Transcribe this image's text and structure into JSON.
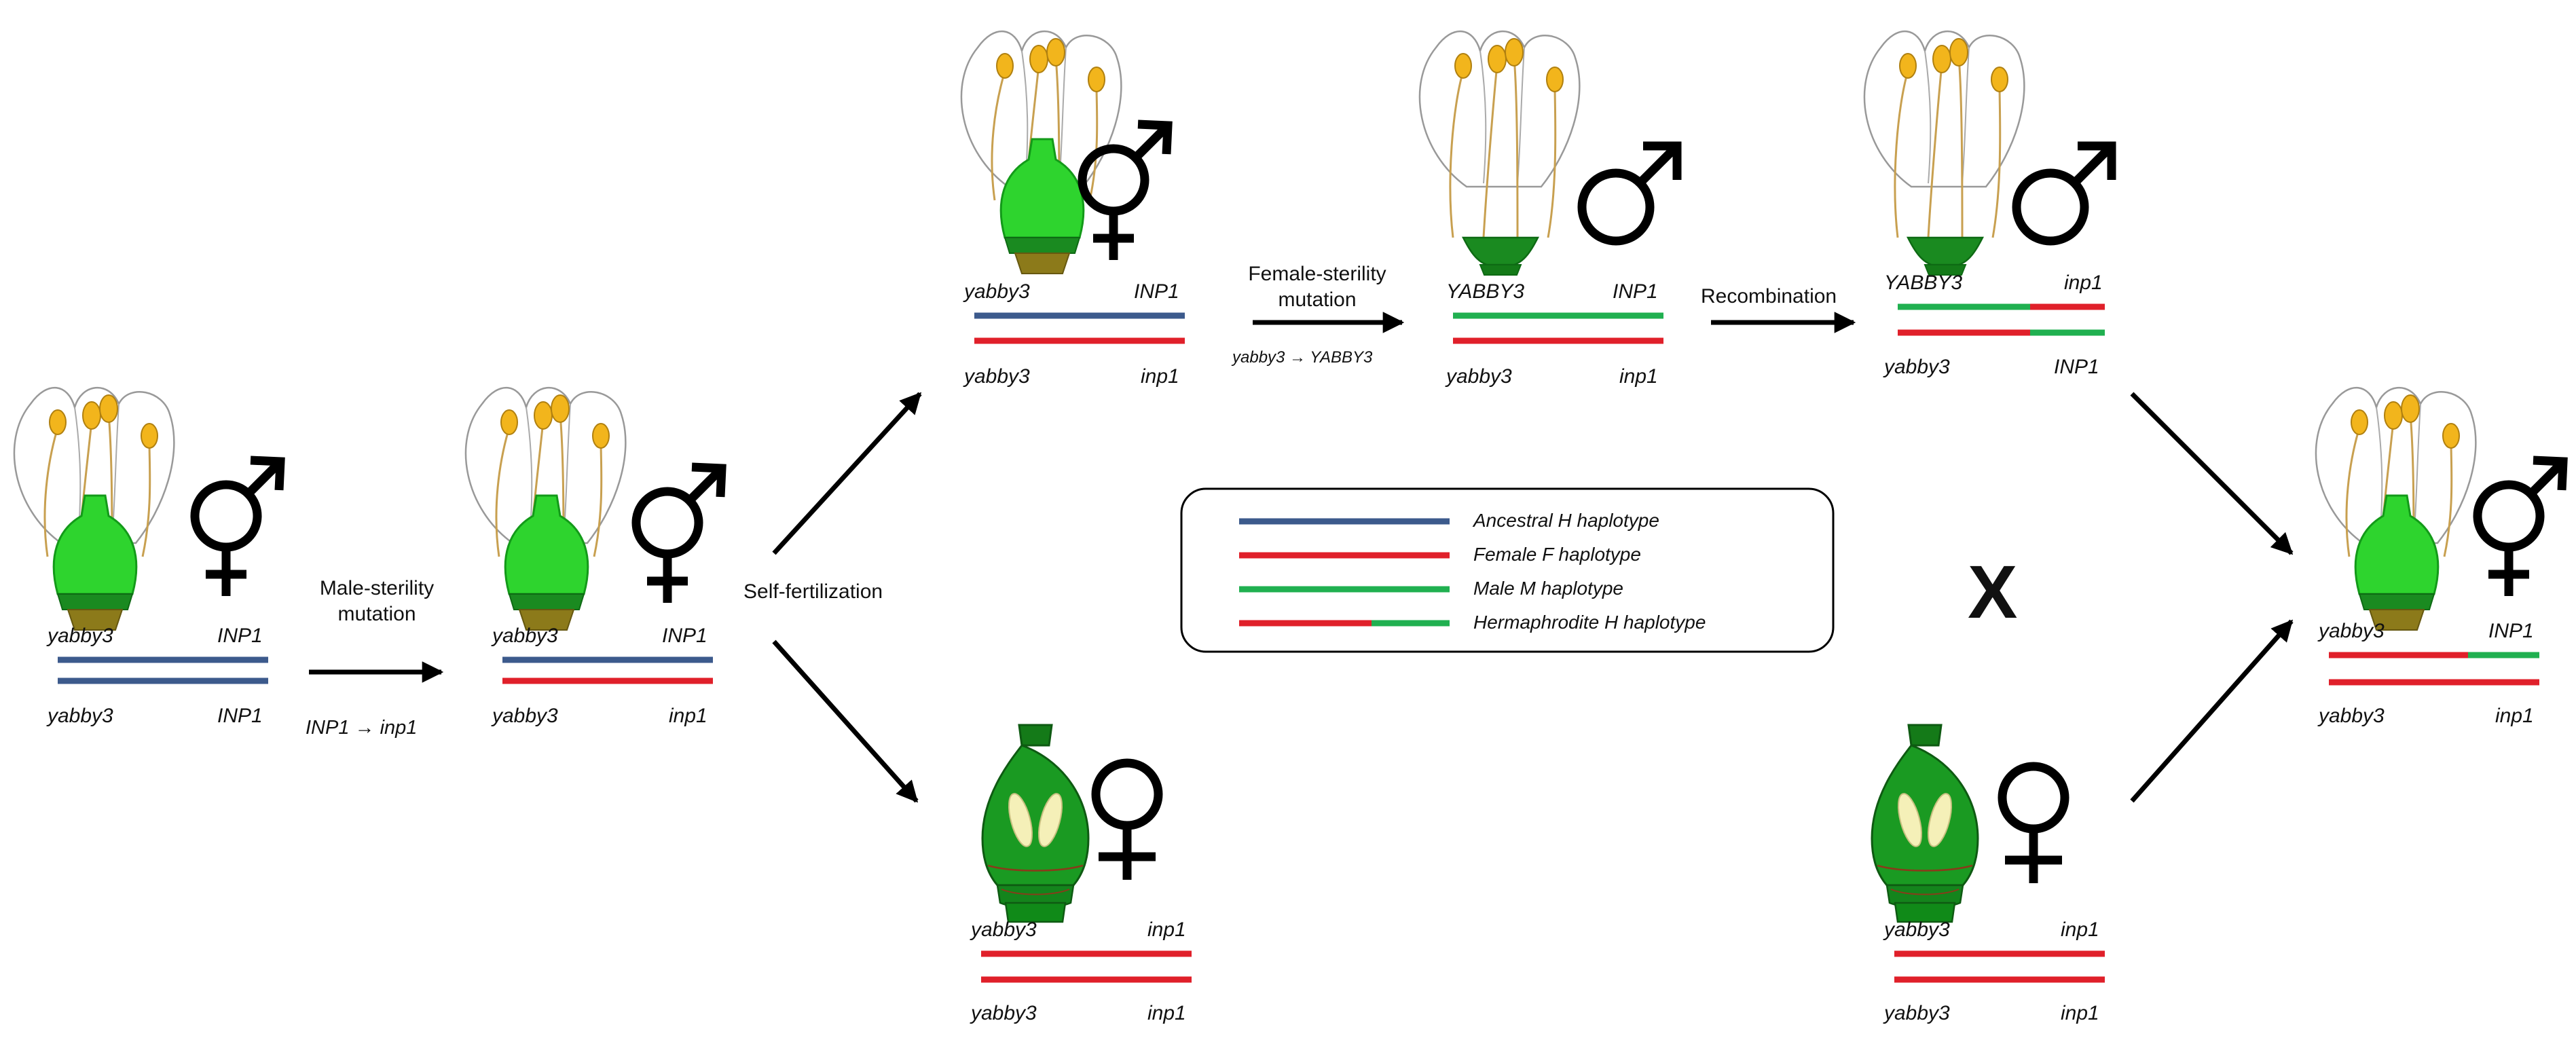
{
  "individuals": {
    "founder": {
      "sex_symbol": "⚥",
      "top": {
        "left": "yabby3",
        "right": "INP1"
      },
      "bottom": {
        "left": "yabby3",
        "right": "INP1"
      }
    },
    "heterozygote": {
      "sex_symbol": "⚥",
      "top": {
        "left": "yabby3",
        "right": "INP1"
      },
      "bottom": {
        "left": "yabby3",
        "right": "inp1"
      }
    },
    "herm_offspring": {
      "sex_symbol": "⚥",
      "top": {
        "left": "yabby3",
        "right": "INP1"
      },
      "bottom": {
        "left": "yabby3",
        "right": "inp1"
      }
    },
    "female_offspring": {
      "sex_symbol": "♀",
      "top": {
        "left": "yabby3",
        "right": "inp1"
      },
      "bottom": {
        "left": "yabby3",
        "right": "inp1"
      }
    },
    "male": {
      "sex_symbol": "♂",
      "top": {
        "left": "YABBY3",
        "right": "INP1"
      },
      "bottom": {
        "left": "yabby3",
        "right": "inp1"
      }
    },
    "recombinant_male": {
      "sex_symbol": "♂",
      "top": {
        "left": "YABBY3",
        "right": "inp1"
      },
      "bottom": {
        "left": "yabby3",
        "right": "INP1"
      }
    },
    "female_parent": {
      "sex_symbol": "♀",
      "top": {
        "left": "yabby3",
        "right": "inp1"
      },
      "bottom": {
        "left": "yabby3",
        "right": "inp1"
      }
    },
    "final_herm": {
      "sex_symbol": "⚥",
      "top": {
        "left": "yabby3",
        "right": "INP1"
      },
      "bottom": {
        "left": "yabby3",
        "right": "inp1"
      }
    }
  },
  "steps": {
    "male_sterility": {
      "label": "Male-sterility\nmutation",
      "mutation": "INP1 → inp1"
    },
    "self_fertilization": {
      "label": "Self-fertilization"
    },
    "female_sterility": {
      "label": "Female-sterility\nmutation",
      "mutation": "yabby3 → YABBY3"
    },
    "recombination": {
      "label": "Recombination"
    },
    "cross": {
      "label": "X"
    }
  },
  "legend": {
    "items": [
      {
        "label": "Ancestral H haplotype",
        "colors": [
          "#3c5a8c"
        ]
      },
      {
        "label": "Female F haplotype",
        "colors": [
          "#e0202a"
        ]
      },
      {
        "label": "Male M haplotype",
        "colors": [
          "#20b050"
        ]
      },
      {
        "label": "Hermaphrodite H haplotype",
        "colors": [
          "#e0202a",
          "#20b050"
        ]
      }
    ]
  },
  "colors": {
    "ancestral_blue": "#3c5a8c",
    "female_red": "#e0202a",
    "male_green": "#20b050",
    "ovary_light_green": "#2ed42e",
    "ovary_dark_green": "#159a1c",
    "anther_yellow": "#f2b51c",
    "stalk_olive": "#8c7a1a"
  }
}
